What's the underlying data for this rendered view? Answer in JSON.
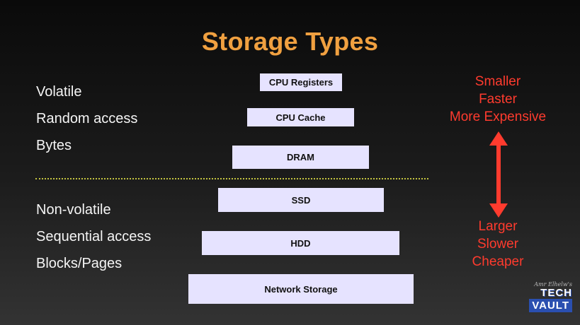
{
  "slide": {
    "title": "Storage Types",
    "left_top": [
      "Volatile",
      "Random access",
      "Bytes"
    ],
    "left_bottom": [
      "Non-volatile",
      "Sequential access",
      "Blocks/Pages"
    ],
    "tiers": [
      "CPU Registers",
      "CPU Cache",
      "DRAM",
      "SSD",
      "HDD",
      "Network Storage"
    ],
    "right_top": [
      "Smaller",
      "Faster",
      "More Expensive"
    ],
    "right_bottom": [
      "Larger",
      "Slower",
      "Cheaper"
    ],
    "colors": {
      "title": "#f0a040",
      "tier_box": "#e6e3ff",
      "accent_red": "#ff3b2e",
      "divider": "#c4c440",
      "logo_blue": "#2a4fb0"
    }
  },
  "logo": {
    "byline": "Amr Elhelw's",
    "tech": "TECH",
    "vault": "VAULT"
  }
}
